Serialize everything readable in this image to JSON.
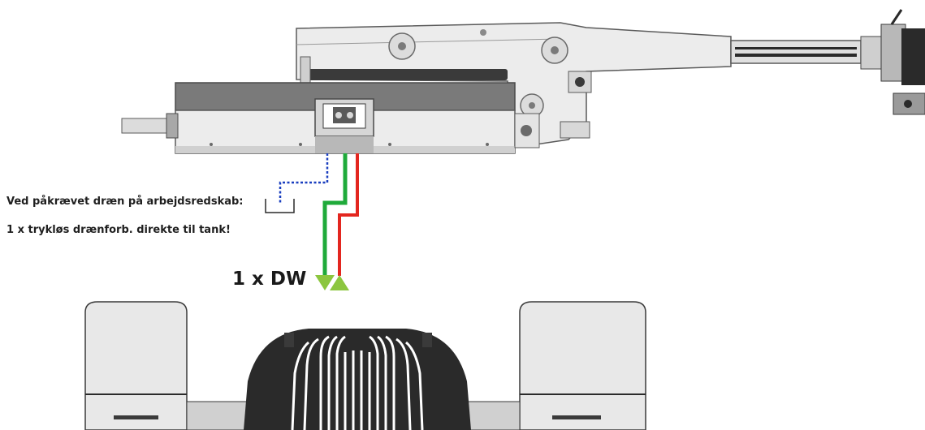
{
  "notes": {
    "drain_line": "Ved påkrævet dræn på arbejdsredskab:",
    "tank_line": "1 x trykløs drænforb. direkte til tank!"
  },
  "connection": {
    "label": "1 x DW"
  },
  "colors": {
    "drain_line": "#1a3fbf",
    "supply_line": "#1faa3a",
    "return_line": "#e3261f",
    "coupler": "#8cc63f",
    "frame_dark": "#7a7a7a",
    "frame_light": "#e6e6e6",
    "outline": "#4a4a4a"
  },
  "icons": {
    "connector_down": "triangle-down-icon",
    "connector_up": "triangle-up-icon",
    "drain_symbol": "drain-bracket-icon"
  }
}
